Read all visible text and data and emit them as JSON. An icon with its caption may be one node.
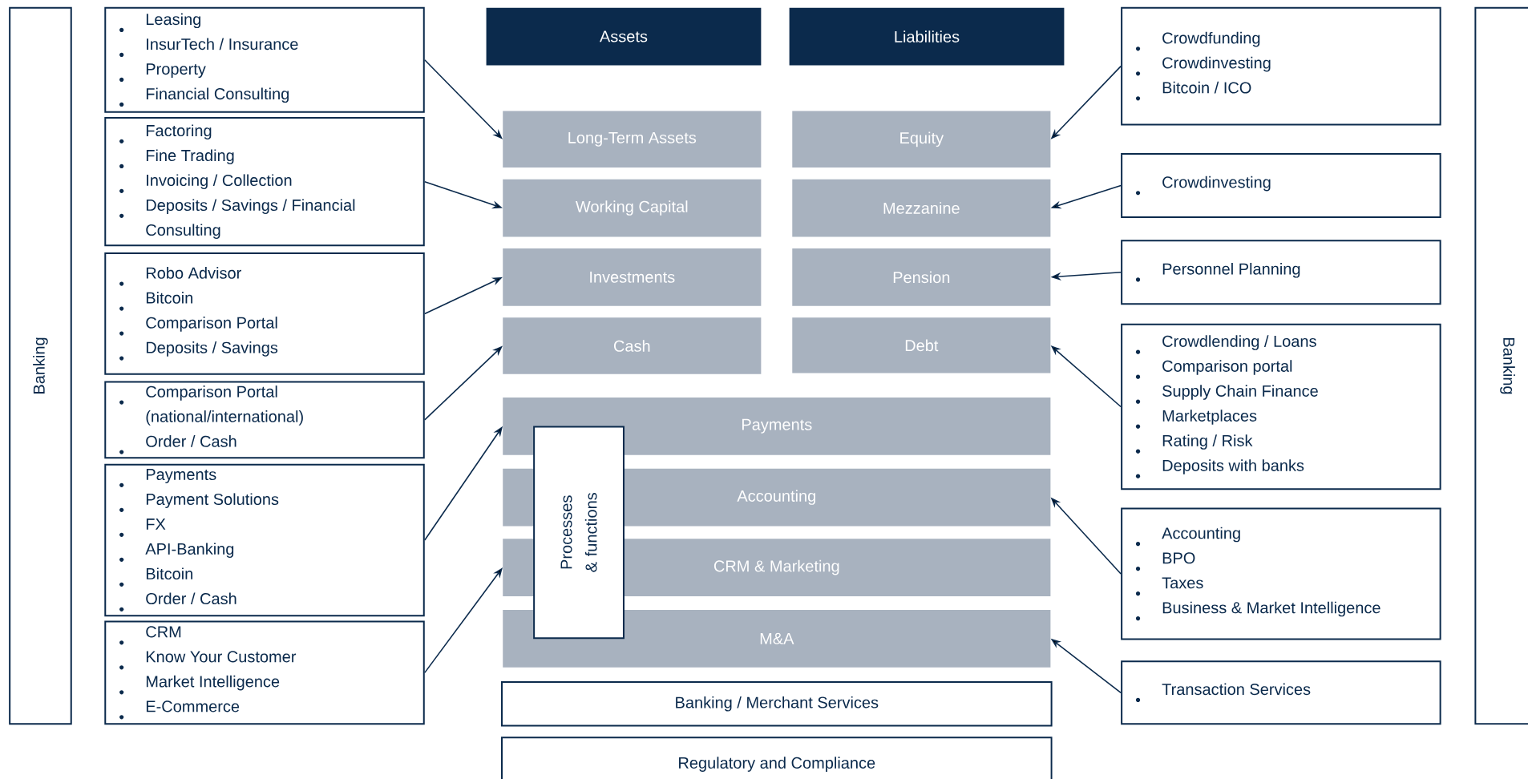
{
  "diagram": {
    "nodes": [
      {
        "text": [
          "Banking"
        ]
      },
      {
        "text": [
          "Leasing",
          "InsurTech / Insurance",
          "Property",
          "Financial Consulting"
        ]
      },
      {
        "text": [
          "Factoring",
          "Fine Trading",
          "Invoicing / Collection",
          "Deposits / Savings / Financial Consulting"
        ]
      },
      {
        "text": [
          "Robo Advisor",
          "Bitcoin",
          "Comparison Portal",
          "Deposits / Savings"
        ]
      },
      {
        "text": [
          "Comparison Portal (national/international)",
          "Order / Cash"
        ]
      },
      {
        "text": [
          "Payments",
          "Payment Solutions",
          "FX",
          "API-Banking",
          "Bitcoin",
          "Order / Cash"
        ]
      },
      {
        "text": [
          "CRM",
          "Know Your Customer",
          "Market Intelligence",
          "E-Commerce"
        ]
      },
      {
        "text": [
          "Assets"
        ]
      },
      {
        "text": [
          "Liabilities"
        ]
      },
      {
        "text": [
          "Long-Term Assets"
        ]
      },
      {
        "text": [
          "Equity"
        ]
      },
      {
        "text": [
          "Working Capital"
        ]
      },
      {
        "text": [
          "Mezzanine"
        ]
      },
      {
        "text": [
          "Investments"
        ]
      },
      {
        "text": [
          "Pension"
        ]
      },
      {
        "text": [
          "Cash"
        ]
      },
      {
        "text": [
          "Debt"
        ]
      },
      {
        "text": [
          "Payments"
        ]
      },
      {
        "text": [
          "Accounting"
        ]
      },
      {
        "text": [
          "CRM & Marketing"
        ]
      },
      {
        "text": [
          "M&A"
        ]
      },
      {
        "text": [
          "Processes & functions"
        ]
      },
      {
        "text": [
          "Banking / Merchant Services"
        ]
      },
      {
        "text": [
          "Regulatory and Compliance"
        ]
      },
      {
        "text": [
          "Crowdfunding",
          "Crowdinvesting",
          "Bitcoin / ICO"
        ]
      },
      {
        "text": [
          "Crowdinvesting"
        ]
      },
      {
        "text": [
          "Personnel Planning"
        ]
      },
      {
        "text": [
          "Crowdlending / Loans",
          "Comparison portal",
          "Supply Chain Finance",
          "Marketplaces",
          "Rating / Risk",
          "Deposits with banks"
        ]
      },
      {
        "text": [
          "Accounting",
          "BPO",
          "Taxes",
          "Business & Market Intelligence"
        ]
      },
      {
        "text": [
          "Transaction Services"
        ]
      },
      {
        "text": [
          "Banking"
        ]
      }
    ],
    "edges": [
      {
        "from": 1,
        "to": 9,
        "arrow": "to"
      },
      {
        "from": 2,
        "to": 11,
        "arrow": "to"
      },
      {
        "from": 3,
        "to": 13,
        "arrow": "to"
      },
      {
        "from": 4,
        "to": 15,
        "arrow": "to"
      },
      {
        "from": 5,
        "to": 17,
        "arrow": "to"
      },
      {
        "from": 6,
        "to": 19,
        "arrow": "to"
      },
      {
        "from": 24,
        "to": 10,
        "arrow": "to"
      },
      {
        "from": 25,
        "to": 12,
        "arrow": "to"
      },
      {
        "from": 26,
        "to": 14,
        "arrow": "to"
      },
      {
        "from": 27,
        "to": 16,
        "arrow": "to"
      },
      {
        "from": 28,
        "to": 18,
        "arrow": "to"
      },
      {
        "from": 29,
        "to": 20,
        "arrow": "to"
      }
    ]
  }
}
